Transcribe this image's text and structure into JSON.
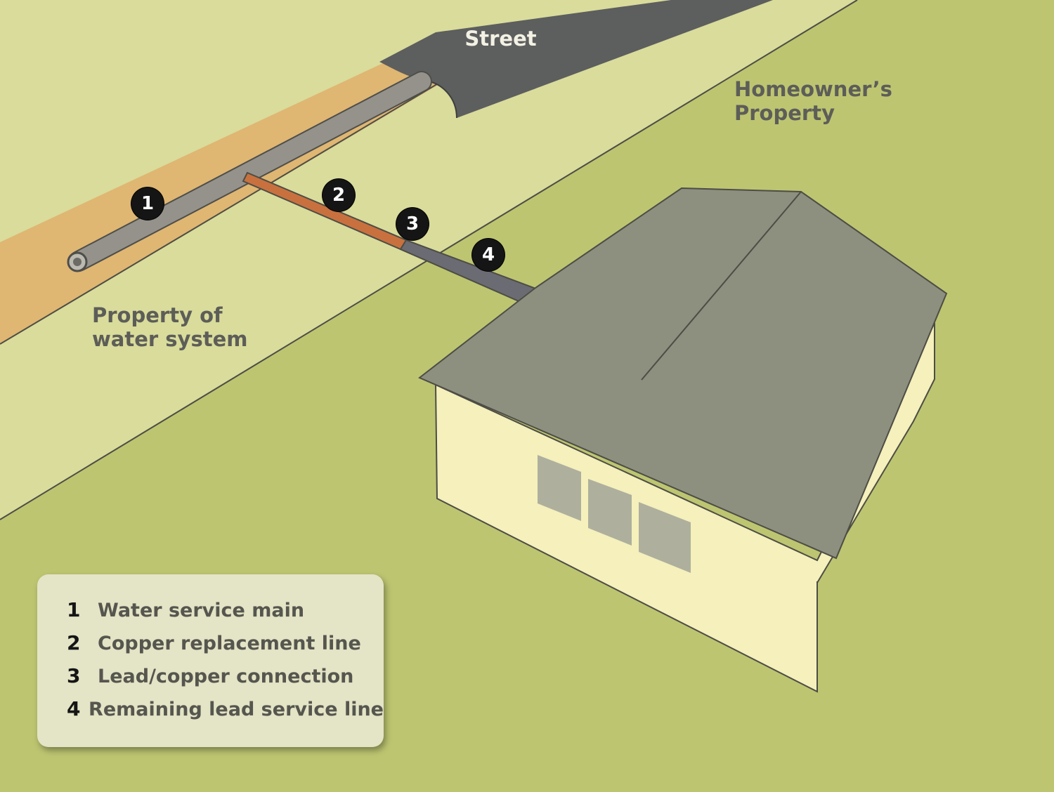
{
  "labels": {
    "street": "Street",
    "homeowner_property": [
      "Homeowner’s",
      "Property"
    ],
    "water_system_property": [
      "Property of",
      "water system"
    ]
  },
  "markers": [
    "1",
    "2",
    "3",
    "4"
  ],
  "legend": {
    "items": [
      {
        "number": "1",
        "text": "Water service main"
      },
      {
        "number": "2",
        "text": "Copper replacement line"
      },
      {
        "number": "3",
        "text": "Lead/copper connection"
      },
      {
        "number": "4",
        "text": "Remaining lead service line"
      }
    ]
  },
  "colors": {
    "homeowner_lawn": "#bdc571",
    "public_strip": "#d9dc9b",
    "dirt_trench": "#dfb672",
    "street": "#5d5e5e",
    "water_main": "#94928a",
    "copper_line": "#c8713f",
    "lead_line": "#6b6b73",
    "house_wall": "#f5f0bc",
    "roof": "#8d907f",
    "window": "#aeb09d",
    "marker": "#151515",
    "legend_box": "#e4e4c6"
  }
}
